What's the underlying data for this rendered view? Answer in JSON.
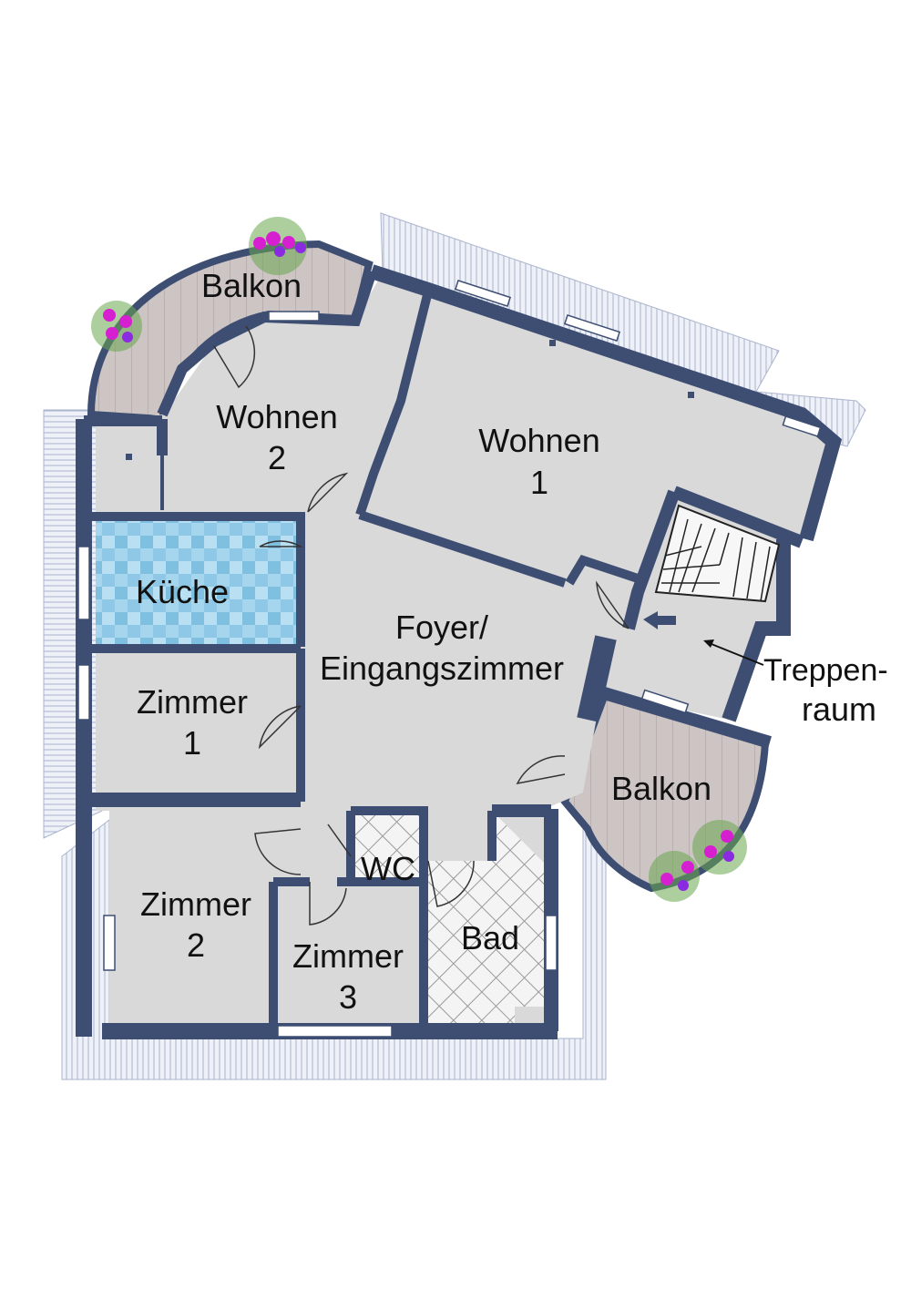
{
  "colors": {
    "wall": "#3d4e72",
    "floor": "#d9d9d9",
    "deck": "#c9c0c0",
    "roof": "#e8ecf6",
    "tile_blue": "#9fd0ea",
    "tile_white": "#f2f2f2",
    "flower": "#d61fd0"
  },
  "rooms": {
    "balkon_top": "Balkon",
    "wohnen2_a": "Wohnen",
    "wohnen2_b": "2",
    "wohnen1_a": "Wohnen",
    "wohnen1_b": "1",
    "kueche": "Küche",
    "foyer_a": "Foyer/",
    "foyer_b": "Eingangszimmer",
    "zimmer1_a": "Zimmer",
    "zimmer1_b": "1",
    "zimmer2_a": "Zimmer",
    "zimmer2_b": "2",
    "zimmer3_a": "Zimmer",
    "zimmer3_b": "3",
    "wc": "WC",
    "bad": "Bad",
    "balkon_right": "Balkon",
    "treppen_a": "Treppen-",
    "treppen_b": "raum"
  },
  "icons": {
    "flower": "flower-pot-icon",
    "stair_arrow": "arrow-icon"
  }
}
